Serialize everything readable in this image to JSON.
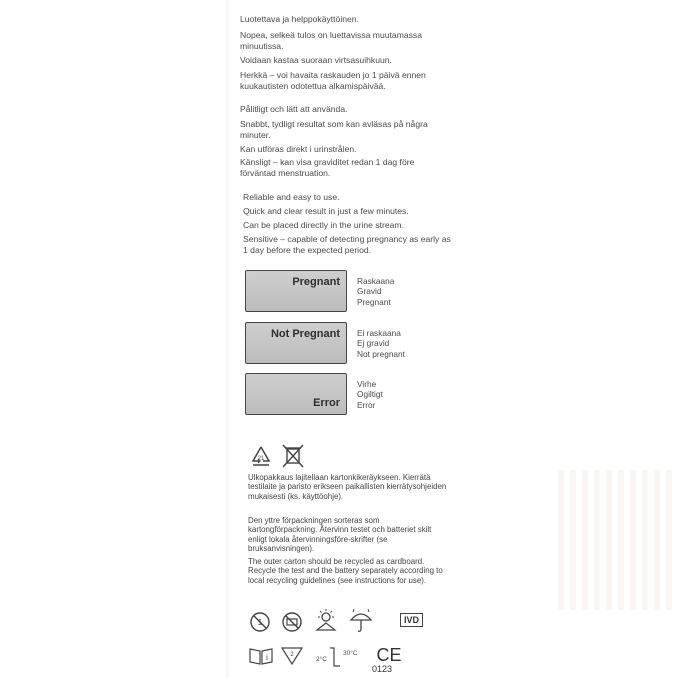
{
  "fi": [
    "Luotettava ja helppokäyttöinen.",
    "Nopea, selkeä tulos on luettavissa muutamassa minuutissa.",
    "Voidaan kastaa suoraan virtsasuihkuun.",
    "Herkkä – voi havaita raskauden jo 1 päivä ennen kuukautisten odotettua alkamispäivää."
  ],
  "sv": [
    "Pålitligt och lätt att använda.",
    "Snabbt, tydligt resultat som kan avläsas på några minuter.",
    "Kan utföras direkt i urinstrålen.",
    "Känsligt – kan visa graviditet redan 1 dag före förväntad menstruation."
  ],
  "en": [
    "Reliable and easy to use.",
    "Quick and clear result in just a few minutes.",
    "Can be placed directly in the urine stream.",
    "Sensitive – capable of detecting pregnancy as early as 1 day before the expected period."
  ],
  "results": [
    {
      "display": "Pregnant",
      "labels": [
        "Raskaana",
        "Gravid",
        "Pregnant"
      ]
    },
    {
      "display": "Not Pregnant",
      "labels": [
        "Ei raskaana",
        "Ej gravid",
        "Not pregnant"
      ]
    },
    {
      "display": "Error",
      "labels": [
        "Virhe",
        "Ogiltigt",
        "Error"
      ]
    }
  ],
  "recycling": {
    "code": "21",
    "fi": "Ulkopakkaus lajitellaan kartonkikeräykseen. Kierrätä testilaite ja paristo erikseen paikallisten kierrätysohjeiden mukaisesti (ks. käyttöohje).",
    "sv": "Den yttre förpackningen sorteras som kartongförpackning. Återvinn testet och batteriet skilt enligt lokala återvinningsföre-skrifter (se bruksanvisningen).",
    "en": "The outer carton should be recycled as cardboard. Recycle the test and the battery separately according to local recycling guidelines (see instructions for use)."
  },
  "symbols": {
    "ivd": "IVD",
    "ce": "CE",
    "notified_body": "0123",
    "temp_high": "30°C",
    "temp_low": "2°C",
    "reuse_count": "1"
  },
  "icon_names": [
    "recycle-icon",
    "crossed-bin-icon",
    "do-not-reuse-icon",
    "battery-icon",
    "sun-icon",
    "umbrella-icon",
    "ivd-icon",
    "consult-instructions-icon",
    "expiry-icon",
    "temperature-limit-icon",
    "ce-mark-icon"
  ]
}
